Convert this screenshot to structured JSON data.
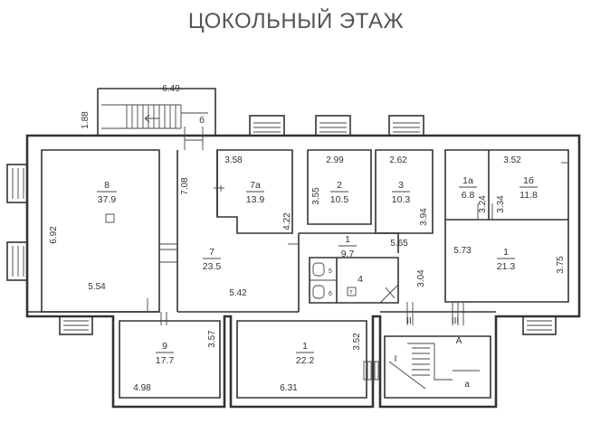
{
  "title": "ЦОКОЛЬНЫЙ ЭТАЖ",
  "rooms": [
    {
      "id": "r8",
      "number": "8",
      "area": "37.9"
    },
    {
      "id": "r7a",
      "number": "7а",
      "area": "13.9"
    },
    {
      "id": "r2",
      "number": "2",
      "area": "10.5"
    },
    {
      "id": "r3",
      "number": "3",
      "area": "10.3"
    },
    {
      "id": "r1a",
      "number": "1а",
      "area": "6.8"
    },
    {
      "id": "r1b",
      "number": "1б",
      "area": "11.8"
    },
    {
      "id": "r7",
      "number": "7",
      "area": "23.5"
    },
    {
      "id": "r1c",
      "number": "1",
      "area": "9.7"
    },
    {
      "id": "r4",
      "number": "4",
      "area": ""
    },
    {
      "id": "r1d",
      "number": "1",
      "area": "21.3"
    },
    {
      "id": "r9",
      "number": "9",
      "area": "17.7"
    },
    {
      "id": "r1e",
      "number": "1",
      "area": "22.2"
    }
  ],
  "dimensions": [
    "6.49",
    "1.88",
    "3.58",
    "2.99",
    "2.62",
    "3.52",
    "6.92",
    "7.08",
    "3.55",
    "3.94",
    "3.24",
    "3.34",
    "4.22",
    "5.65",
    "5.73",
    "3.75",
    "5.54",
    "5.42",
    "3.04",
    "3.57",
    "3.52",
    "4.98",
    "6.31"
  ],
  "labels": {
    "b": "б",
    "a_upper": "А",
    "a_lower": "а",
    "roman_1": "I",
    "roman_2": "II",
    "roman_3": "III",
    "small_5": "5",
    "small_6": "6",
    "small_t": "т"
  }
}
